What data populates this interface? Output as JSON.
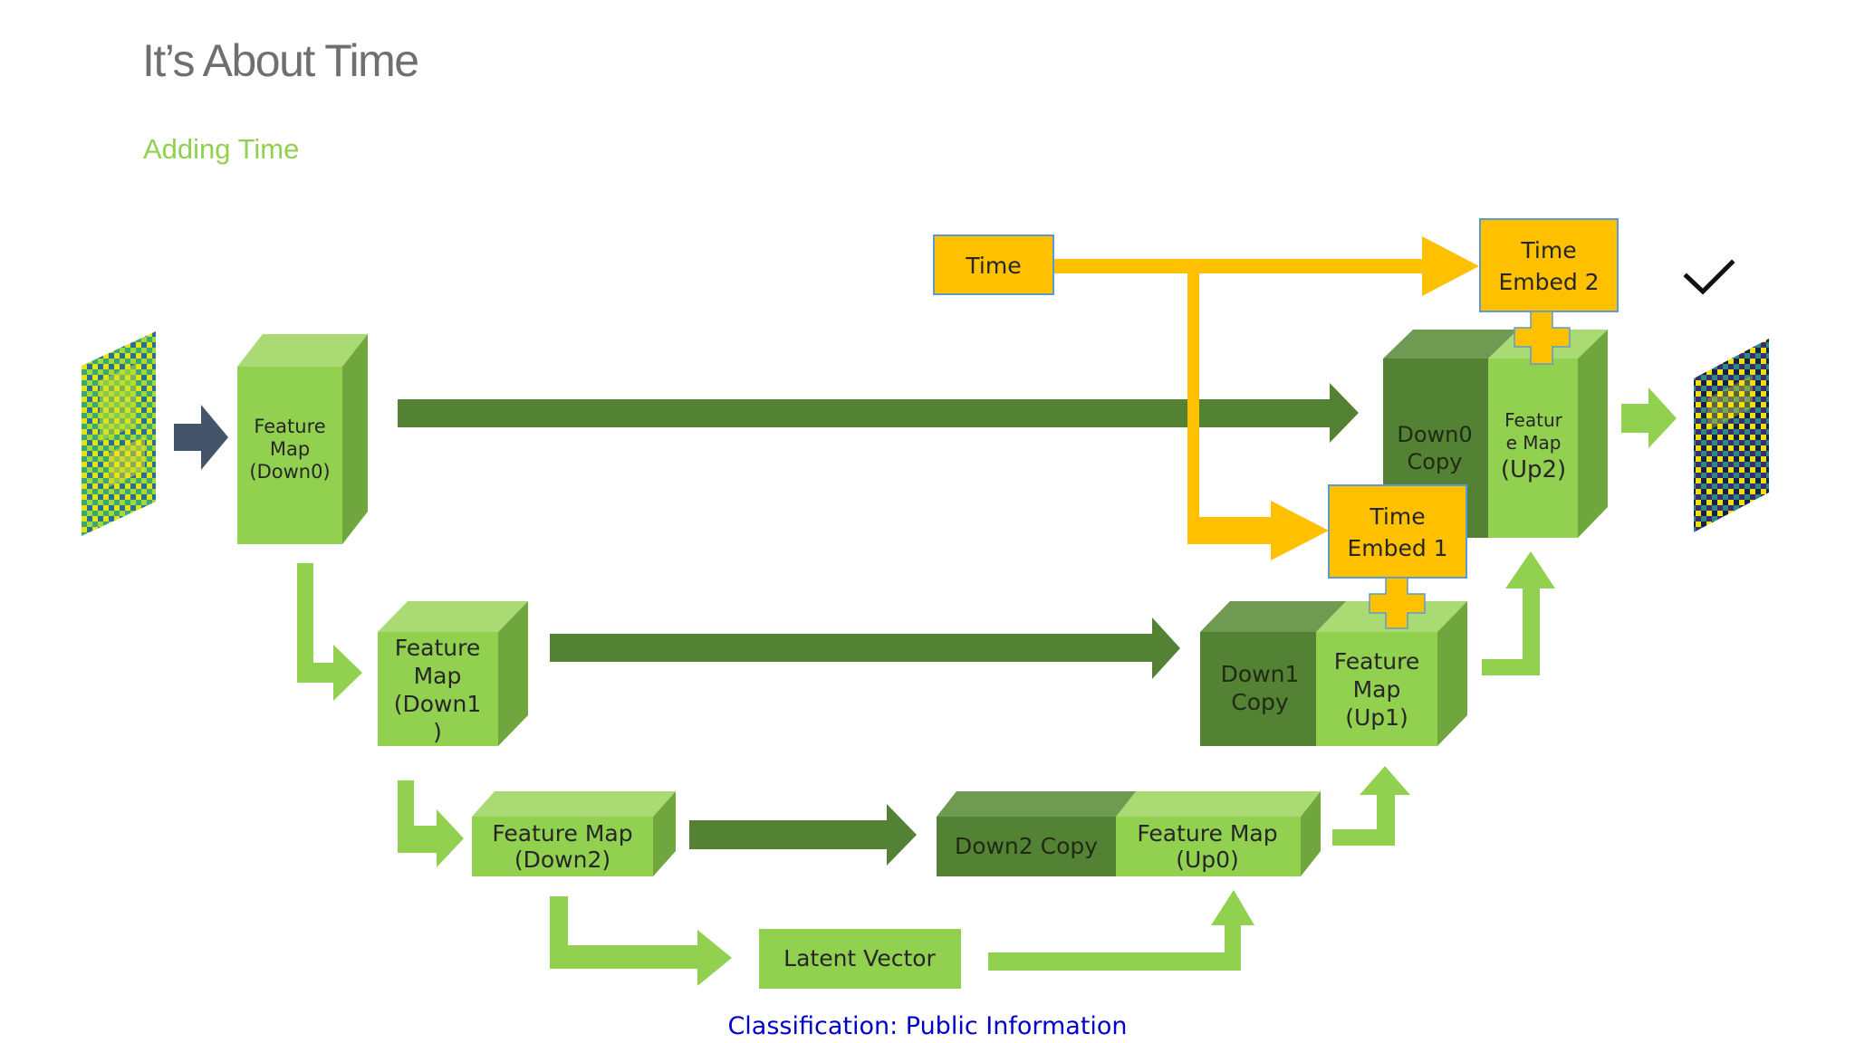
{
  "slide": {
    "title": "It’s About Time",
    "subtitle": "Adding Time",
    "classification": "Classification: Public Information"
  },
  "nodes": {
    "time": "Time",
    "time_embed_2": [
      "Time",
      "Embed 2"
    ],
    "time_embed_1": [
      "Time",
      "Embed 1"
    ],
    "down0": [
      "Feature",
      "Map",
      "(Down0)"
    ],
    "down1": [
      "Feature",
      "Map",
      "(Down1",
      ")"
    ],
    "down2": [
      "Feature Map",
      "(Down2)"
    ],
    "latent": "Latent Vector",
    "down2_copy": "Down2 Copy",
    "up0": [
      "Feature Map",
      "(Up0)"
    ],
    "down1_copy": [
      "Down1",
      "Copy"
    ],
    "up1": [
      "Feature",
      "Map",
      "(Up1)"
    ],
    "down0_copy": [
      "Down0",
      "Copy"
    ],
    "up2": [
      "Featur",
      "e Map",
      "(Up2)"
    ]
  },
  "colors": {
    "light_green": "#92d050",
    "light_green_top": "#a9da74",
    "light_green_side": "#6fa63d",
    "dark_green": "#548235",
    "dark_green_top": "#6f9a51",
    "dark_green_side": "#46702b",
    "time_orange": "#ffc000",
    "time_border": "#5b9bd5",
    "input_arrow": "#44546a",
    "classification_blue": "#0000cc"
  },
  "icons": {
    "checkmark": "checkmark-icon",
    "input_noise": "noise-image",
    "output_image": "output-image"
  }
}
